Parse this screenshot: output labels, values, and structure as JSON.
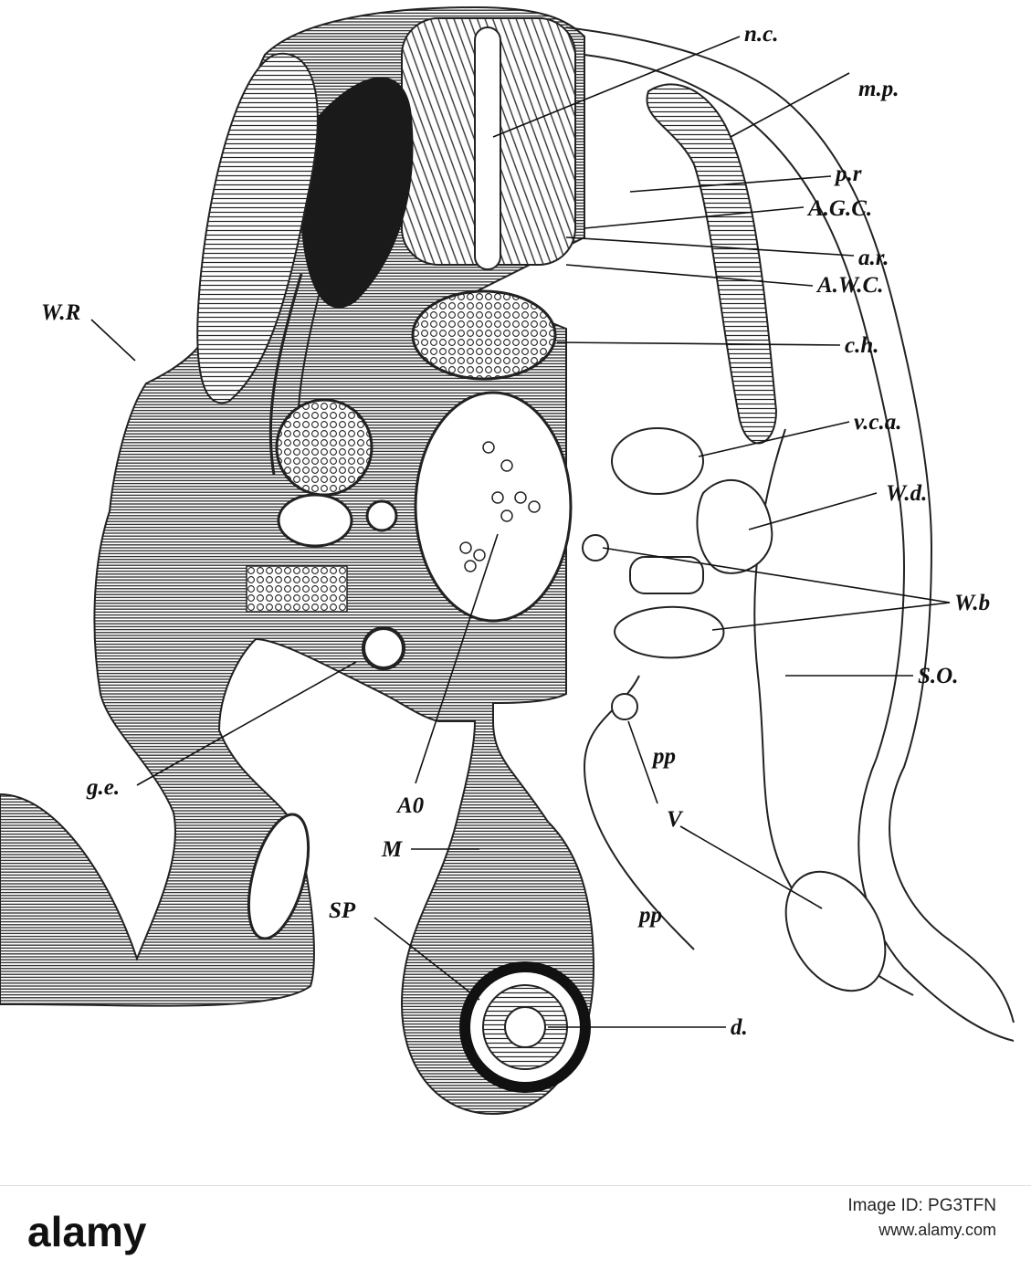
{
  "figure": {
    "labels": {
      "nc": "n.c.",
      "mp": "m.p.",
      "pr": "p.r",
      "agc": "A.G.C.",
      "ar": "a.r.",
      "awc": "A.W.C.",
      "ch": "c.h.",
      "vca": "v.c.a.",
      "wd": "W.d.",
      "wb": "W.b",
      "so": "S.O.",
      "wr": "W.R",
      "ge": "g.e.",
      "ao": "A0",
      "pp1": "pp",
      "pp2": "pp",
      "v": "V",
      "m": "M",
      "sp": "SP",
      "d": "d."
    },
    "colors": {
      "ink": "#111111",
      "paper": "#ffffff"
    }
  },
  "footer": {
    "logo_text": "alamy",
    "image_id": "Image ID: PG3TFN",
    "url": "www.alamy.com"
  }
}
